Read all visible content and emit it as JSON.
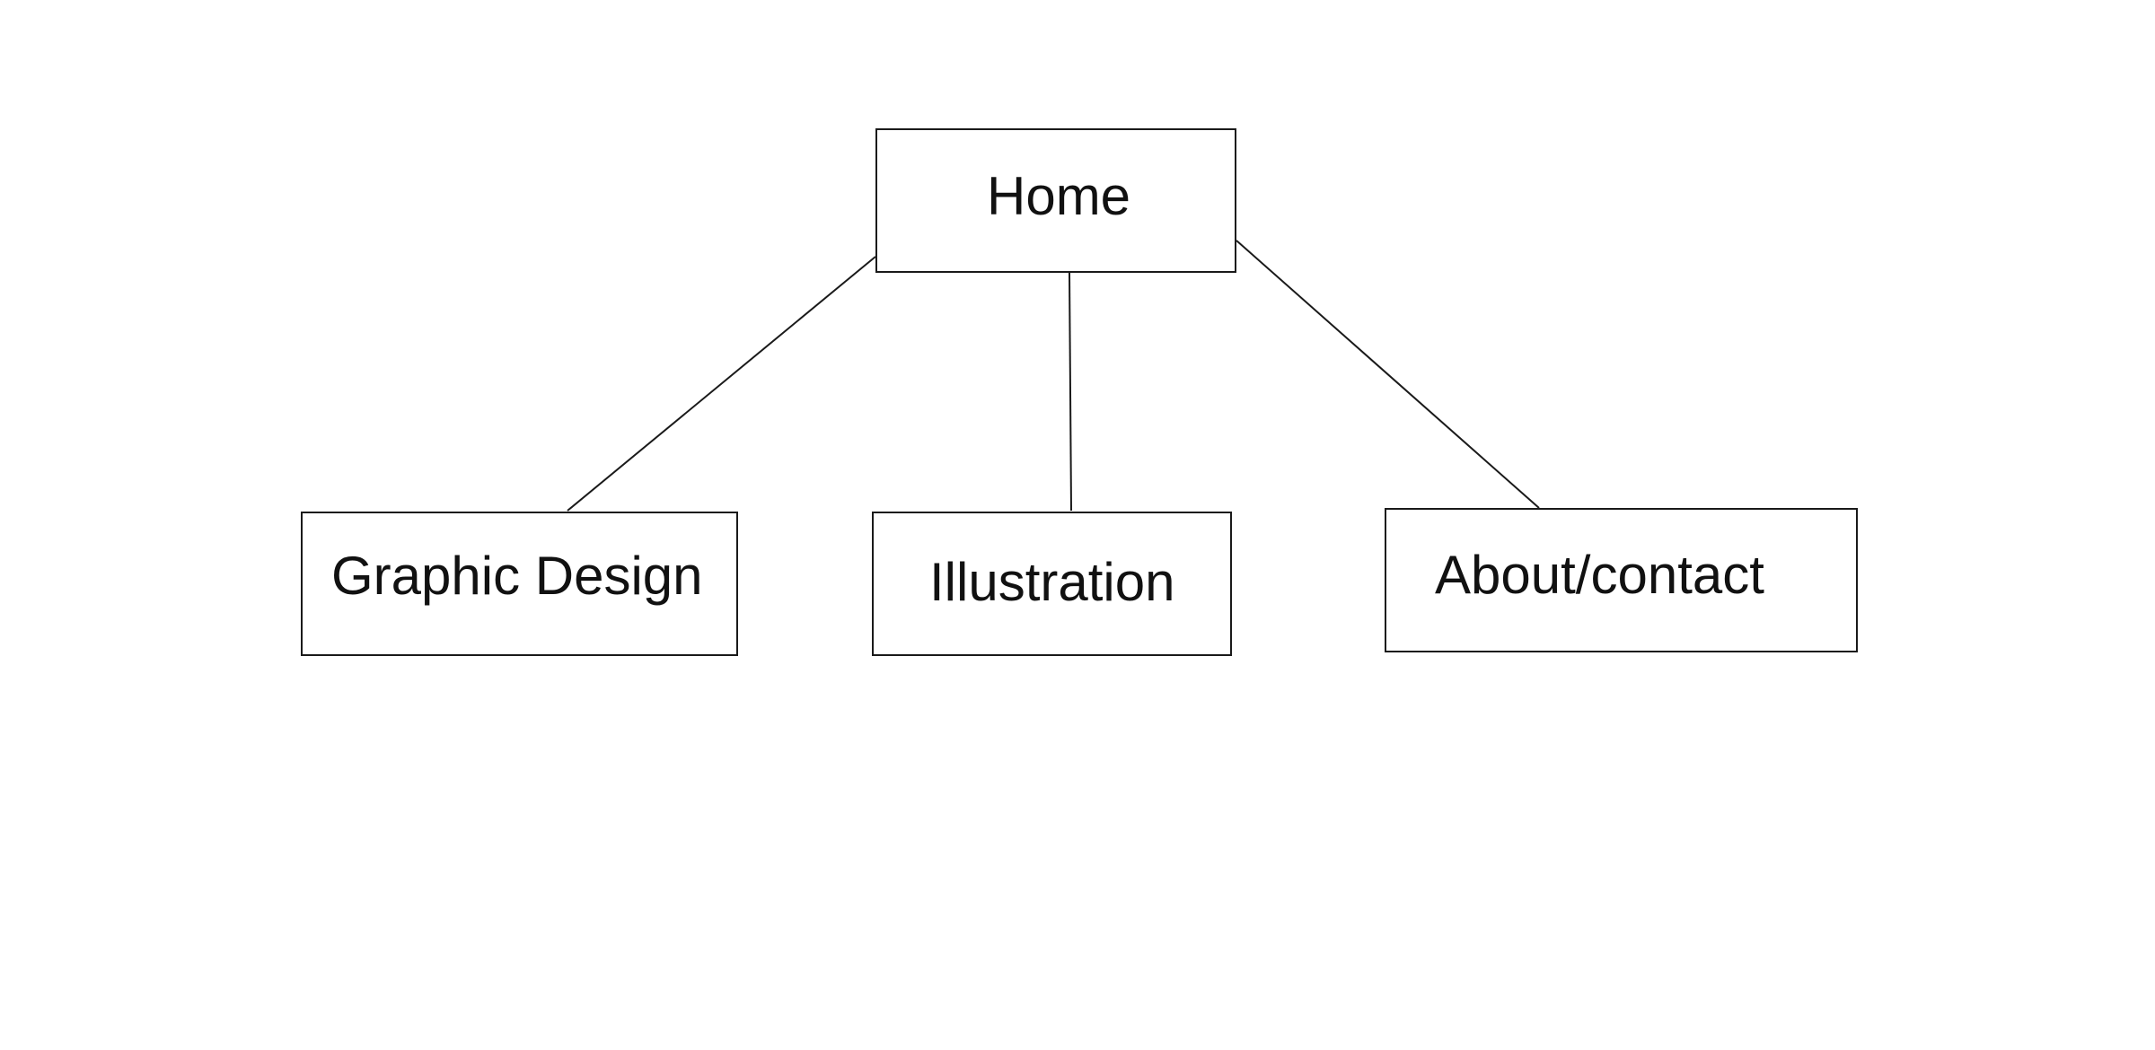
{
  "diagram": {
    "root": {
      "label": "Home"
    },
    "children": [
      {
        "label": "Graphic Design"
      },
      {
        "label": "Illustration"
      },
      {
        "label": "About/contact"
      }
    ],
    "colors": {
      "background": "#ffffff",
      "stroke": "#1a1a1a",
      "text": "#111111"
    }
  }
}
